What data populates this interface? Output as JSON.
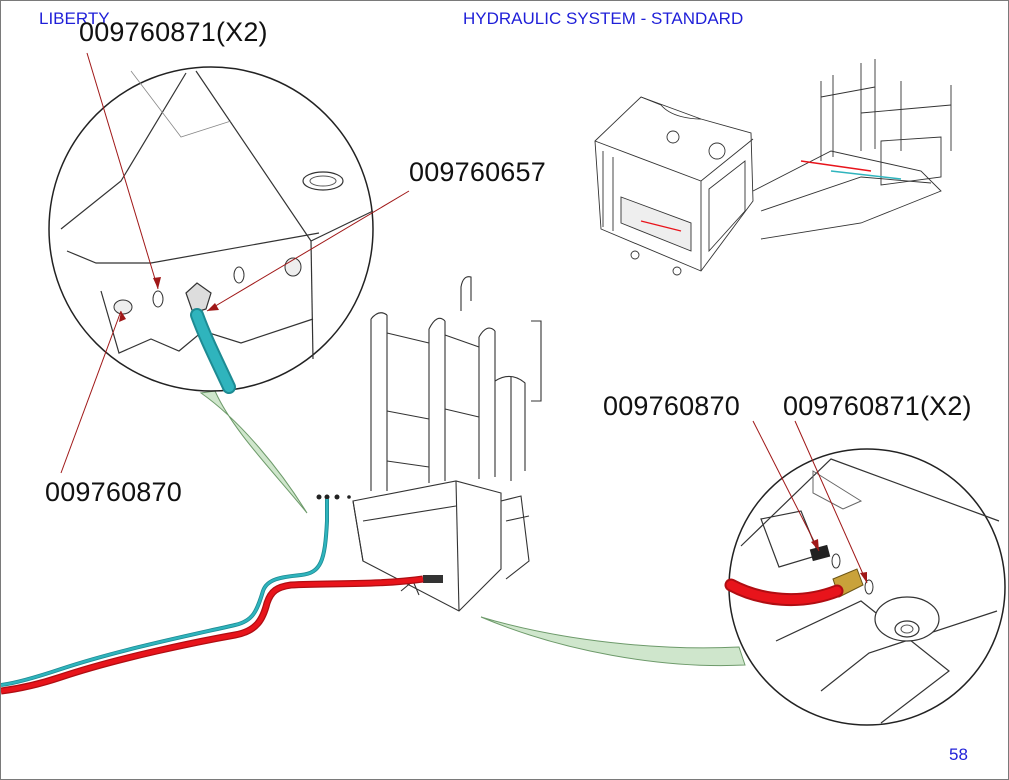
{
  "header": {
    "brand": "LIBERTY",
    "section_title": "HYDRAULIC SYSTEM - STANDARD"
  },
  "callouts": {
    "top_left_fitting": "009760871(X2)",
    "hose_top": "009760657",
    "left_adapter": "009760870",
    "right_adapter": "009760870",
    "right_fitting": "009760871(X2)"
  },
  "footer": {
    "page_number": "58"
  },
  "colors": {
    "header_text": "#1f1fd8",
    "hose_red": "#e8141b",
    "hose_cyan": "#2fb4bd",
    "leader_line": "#a01818",
    "detail_wedge": "#cfe6cc",
    "line_art": "#222222"
  }
}
